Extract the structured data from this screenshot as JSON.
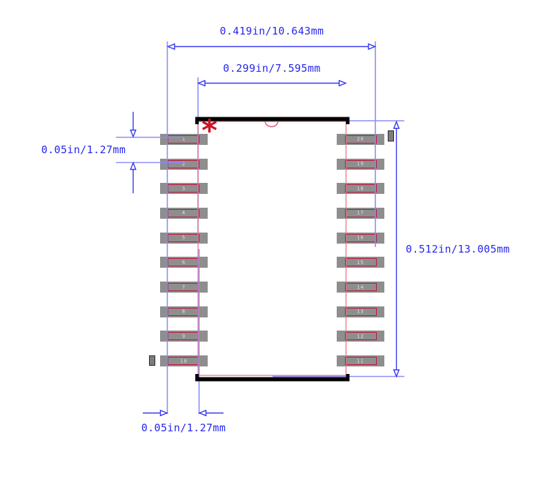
{
  "drawing": {
    "kind": "IC package land-pattern footprint, 20-pin dual row",
    "pin1_mark": "*"
  },
  "dim_labels": {
    "overall_width": "0.419in/10.643mm",
    "body_width": "0.299in/7.595mm",
    "pin_pitch": "0.05in/1.27mm",
    "overall_height": "0.512in/13.005mm",
    "pad_offset": "0.05in/1.27mm"
  },
  "pins": {
    "left": [
      "1",
      "2",
      "3",
      "4",
      "5",
      "6",
      "7",
      "8",
      "9",
      "10"
    ],
    "right": [
      "20",
      "19",
      "18",
      "17",
      "16",
      "15",
      "14",
      "13",
      "12",
      "11"
    ]
  },
  "colors": {
    "dimension_blue": "#3232f0",
    "extension_blue": "#8a8af8",
    "text_blue": "#2525ee",
    "pad_gray": "#8e8e8e",
    "lead_outline_red": "#be1238",
    "body_outline_red": "#e06e7e",
    "notch_red": "#d8607a",
    "pin1_mark_red": "#cc1328",
    "body_black": "#000000"
  }
}
